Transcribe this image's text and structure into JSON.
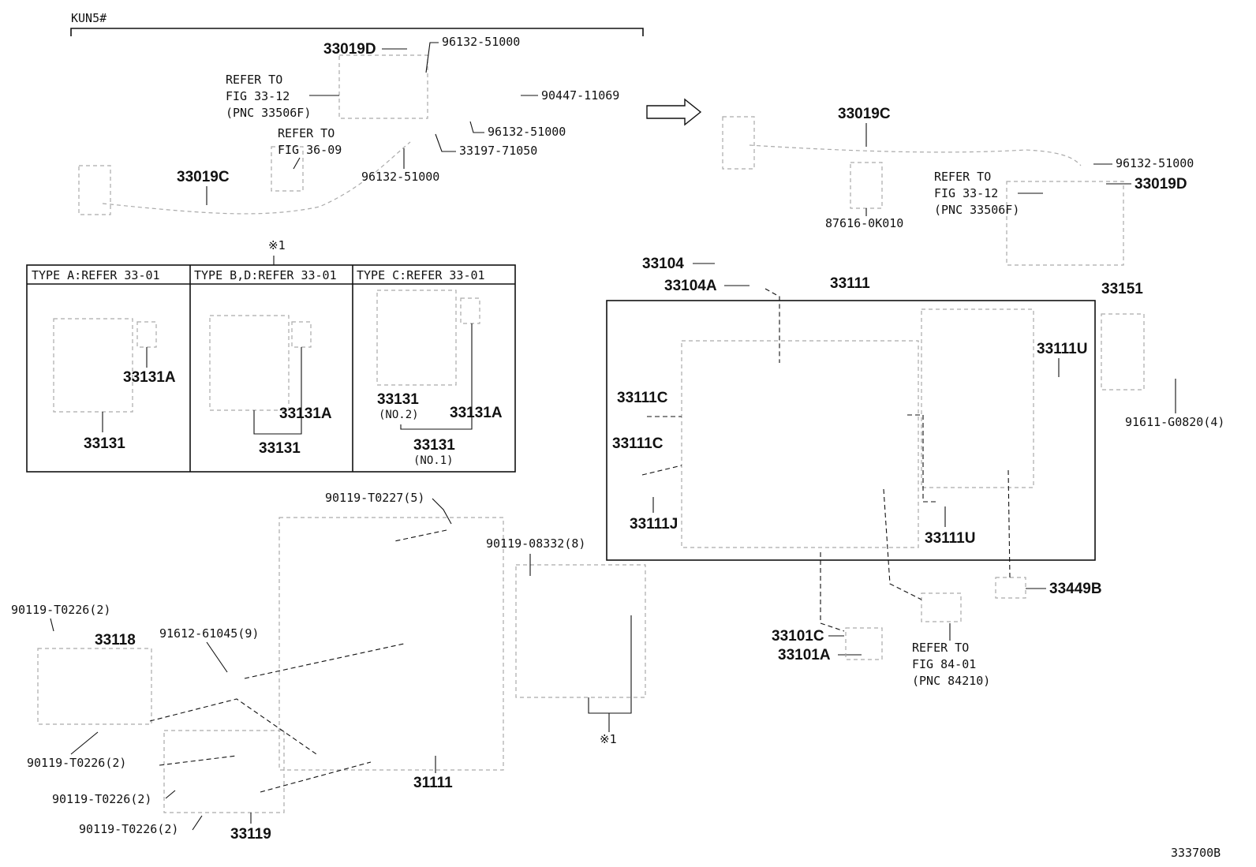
{
  "model": "KUN5#",
  "ref_mark": "※1",
  "diagram_id": "333700B",
  "labels": {
    "p33019D_top": "33019D",
    "p96132_a": "96132-51000",
    "p90447": "90447-11069",
    "p96132_b": "96132-51000",
    "p33197": "33197-71050",
    "p96132_c": "96132-51000",
    "p33019C_left": "33019C",
    "p33019C_right": "33019C",
    "p96132_d": "96132-51000",
    "p33019D_right": "33019D",
    "p87616": "87616-0K010",
    "p33104": "33104",
    "p33104A": "33104A",
    "p33111_top": "33111",
    "p33151": "33151",
    "p33111U_a": "33111U",
    "p91611": "91611-G0820(4)",
    "p33111C_a": "33111C",
    "p33111C_b": "33111C",
    "p33111J": "33111J",
    "p33111U_b": "33111U",
    "p33449B": "33449B",
    "p33101C": "33101C",
    "p33101A": "33101A",
    "p90119_T0227": "90119-T0227(5)",
    "p90119_08332": "90119-08332(8)",
    "p90119_T0226_a": "90119-T0226(2)",
    "p33118": "33118",
    "p91612": "91612-61045(9)",
    "p90119_T0226_b": "90119-T0226(2)",
    "p90119_T0226_c": "90119-T0226(2)",
    "p90119_T0226_d": "90119-T0226(2)",
    "p33119": "33119",
    "p31111": "31111",
    "ref_mark_bottom": "※1"
  },
  "notes": {
    "refer_33_12_left": [
      "REFER TO",
      "FIG 33-12",
      "(PNC 33506F)"
    ],
    "refer_36_09": [
      "REFER TO",
      "FIG 36-09"
    ],
    "refer_33_12_right": [
      "REFER TO",
      "FIG 33-12",
      "(PNC 33506F)"
    ],
    "refer_84_01": [
      "REFER TO",
      "FIG 84-01",
      "(PNC 84210)"
    ]
  },
  "type_table": {
    "header_a": "TYPE A:REFER 33-01",
    "header_b": "TYPE B,D:REFER 33-01",
    "header_c": "TYPE C:REFER 33-01",
    "a_seal": "33131A",
    "a_cover": "33131",
    "b_seal": "33131A",
    "b_cover": "33131",
    "c_cover_no2": "33131",
    "c_no2": "(NO.2)",
    "c_seal": "33131A",
    "c_cover_no1": "33131",
    "c_no1": "(NO.1)"
  }
}
